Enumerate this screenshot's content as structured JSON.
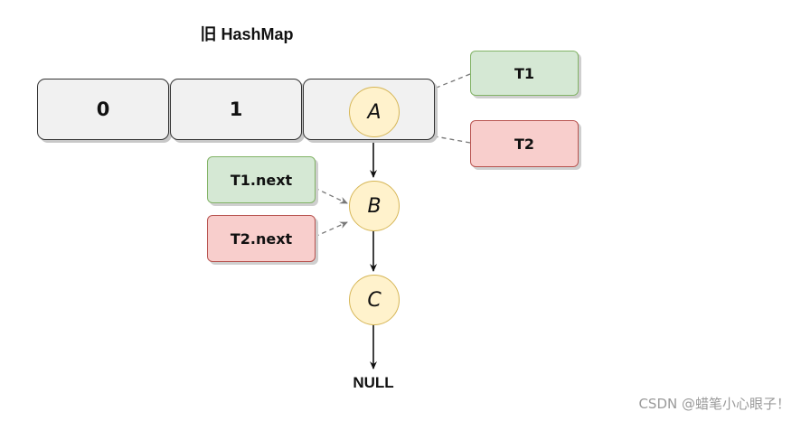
{
  "title": "旧 HashMap",
  "buckets": [
    "0",
    "1",
    ""
  ],
  "nodes": [
    "A",
    "B",
    "C"
  ],
  "pointers": {
    "t1": "T1",
    "t2": "T2",
    "t1_next": "T1.next",
    "t2_next": "T2.next"
  },
  "terminal": "NULL",
  "watermark": "CSDN @蜡笔小心眼子！",
  "colors": {
    "bucket_fill": "#f1f1f1",
    "node_fill": "#fff2cc",
    "node_stroke": "#d6b656",
    "green_fill": "#d5e8d4",
    "green_stroke": "#82b366",
    "red_fill": "#f8cecc",
    "red_stroke": "#b85450"
  }
}
